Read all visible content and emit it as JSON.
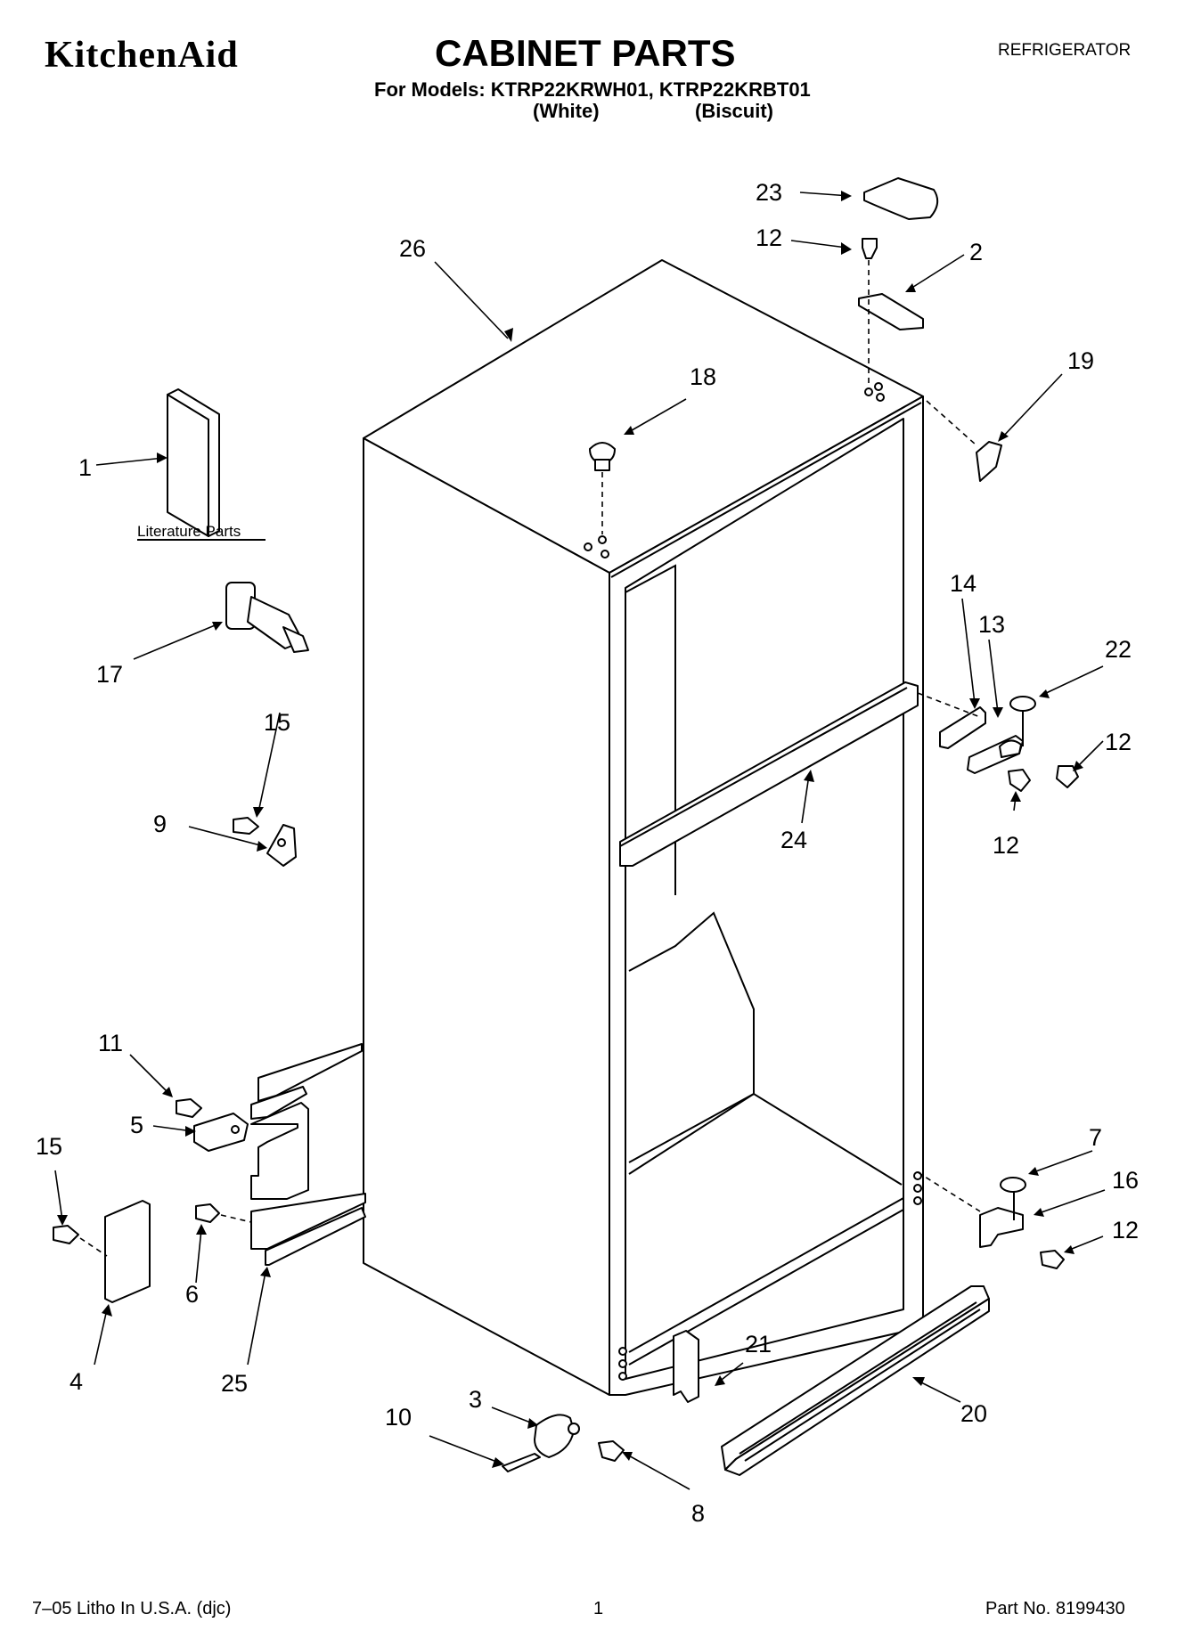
{
  "header": {
    "brand": "KitchenAid",
    "title": "CABINET PARTS",
    "category": "REFRIGERATOR",
    "models_line": "For Models: KTRP22KRWH01, KTRP22KRBT01",
    "color_1": "(White)",
    "color_2": "(Biscuit)"
  },
  "diagram": {
    "literature_label": "Literature Parts",
    "callouts": [
      "23",
      "12",
      "2",
      "26",
      "19",
      "18",
      "1",
      "17",
      "14",
      "13",
      "22",
      "12",
      "15",
      "24",
      "12",
      "9",
      "11",
      "5",
      "7",
      "15",
      "16",
      "6",
      "12",
      "4",
      "25",
      "21",
      "3",
      "10",
      "20",
      "8"
    ]
  },
  "footer": {
    "litho": "7–05 Litho In U.S.A. (djc)",
    "page": "1",
    "part_no": "Part No. 8199430"
  }
}
